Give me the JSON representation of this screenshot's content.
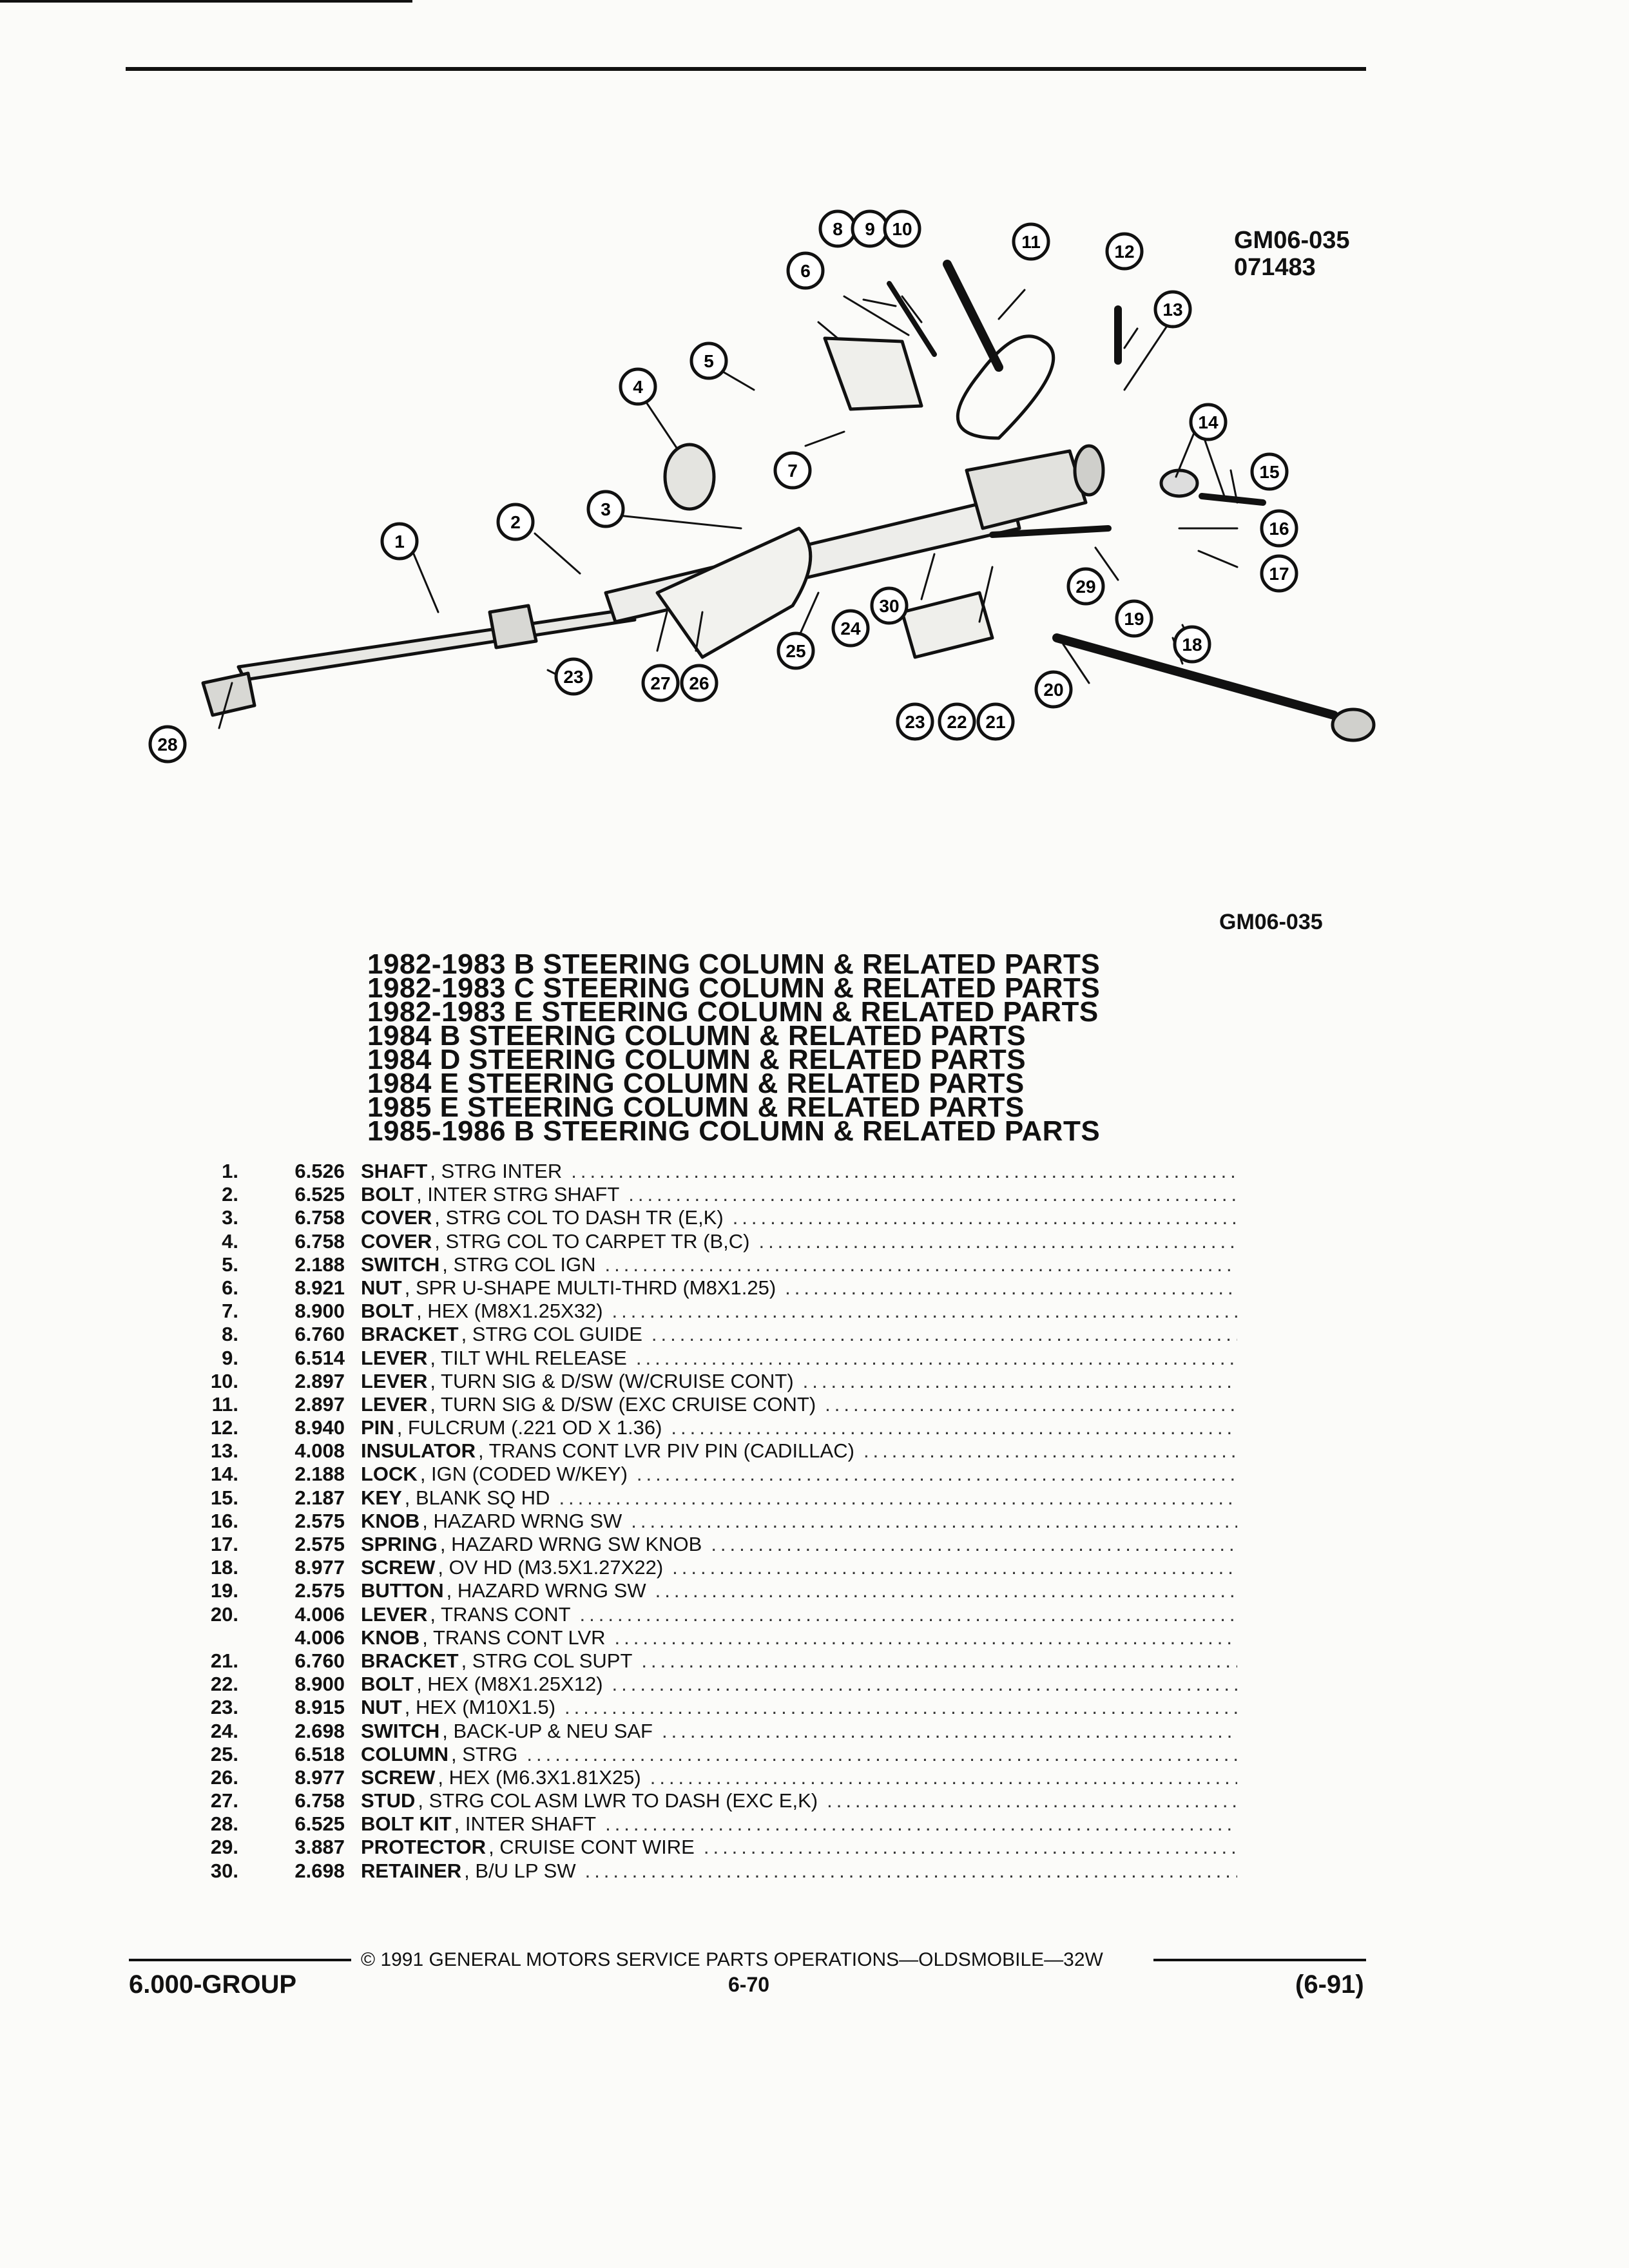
{
  "figure": {
    "id": "GM06-035",
    "date_code": "071483",
    "callouts": [
      "1",
      "2",
      "3",
      "4",
      "5",
      "6",
      "7",
      "8",
      "9",
      "10",
      "11",
      "12",
      "13",
      "14",
      "15",
      "16",
      "17",
      "18",
      "19",
      "20",
      "21",
      "22",
      "23",
      "23",
      "24",
      "25",
      "26",
      "27",
      "28",
      "29",
      "30"
    ]
  },
  "figure_id_caption": "GM06-035",
  "titles": [
    "1982-1983 B STEERING COLUMN & RELATED PARTS",
    "1982-1983 C STEERING COLUMN & RELATED PARTS",
    "1982-1983 E STEERING COLUMN & RELATED PARTS",
    "1984 B STEERING COLUMN & RELATED PARTS",
    "1984 D STEERING COLUMN & RELATED PARTS",
    "1984 E STEERING COLUMN & RELATED PARTS",
    "1985 E STEERING COLUMN & RELATED PARTS",
    "1985-1986 B STEERING COLUMN & RELATED PARTS"
  ],
  "parts": [
    {
      "num": "1.",
      "code": "6.526",
      "name": "SHAFT",
      "desc": ", STRG INTER"
    },
    {
      "num": "2.",
      "code": "6.525",
      "name": "BOLT",
      "desc": ", INTER STRG SHAFT"
    },
    {
      "num": "3.",
      "code": "6.758",
      "name": "COVER",
      "desc": ", STRG COL TO DASH TR (E,K)"
    },
    {
      "num": "4.",
      "code": "6.758",
      "name": "COVER",
      "desc": ", STRG COL TO CARPET TR (B,C)"
    },
    {
      "num": "5.",
      "code": "2.188",
      "name": "SWITCH",
      "desc": ", STRG COL IGN"
    },
    {
      "num": "6.",
      "code": "8.921",
      "name": "NUT",
      "desc": ", SPR U-SHAPE MULTI-THRD (M8X1.25)"
    },
    {
      "num": "7.",
      "code": "8.900",
      "name": "BOLT",
      "desc": ", HEX (M8X1.25X32)"
    },
    {
      "num": "8.",
      "code": "6.760",
      "name": "BRACKET",
      "desc": ", STRG COL GUIDE"
    },
    {
      "num": "9.",
      "code": "6.514",
      "name": "LEVER",
      "desc": ", TILT WHL RELEASE"
    },
    {
      "num": "10.",
      "code": "2.897",
      "name": "LEVER",
      "desc": ", TURN SIG & D/SW (W/CRUISE CONT)"
    },
    {
      "num": "11.",
      "code": "2.897",
      "name": "LEVER",
      "desc": ", TURN SIG & D/SW (EXC CRUISE CONT)"
    },
    {
      "num": "12.",
      "code": "8.940",
      "name": "PIN",
      "desc": ", FULCRUM (.221 OD X 1.36)"
    },
    {
      "num": "13.",
      "code": "4.008",
      "name": "INSULATOR",
      "desc": ", TRANS CONT LVR PIV PIN (CADILLAC)"
    },
    {
      "num": "14.",
      "code": "2.188",
      "name": "LOCK",
      "desc": ", IGN (CODED W/KEY)"
    },
    {
      "num": "15.",
      "code": "2.187",
      "name": "KEY",
      "desc": ", BLANK SQ HD"
    },
    {
      "num": "16.",
      "code": "2.575",
      "name": "KNOB",
      "desc": ", HAZARD WRNG SW"
    },
    {
      "num": "17.",
      "code": "2.575",
      "name": "SPRING",
      "desc": ", HAZARD WRNG SW KNOB"
    },
    {
      "num": "18.",
      "code": "8.977",
      "name": "SCREW",
      "desc": ", OV HD (M3.5X1.27X22)"
    },
    {
      "num": "19.",
      "code": "2.575",
      "name": "BUTTON",
      "desc": ", HAZARD WRNG SW"
    },
    {
      "num": "20.",
      "code": "4.006",
      "name": "LEVER",
      "desc": ", TRANS CONT"
    },
    {
      "num": "",
      "code": "4.006",
      "name": "KNOB",
      "desc": ", TRANS CONT LVR"
    },
    {
      "num": "21.",
      "code": "6.760",
      "name": "BRACKET",
      "desc": ", STRG COL SUPT"
    },
    {
      "num": "22.",
      "code": "8.900",
      "name": "BOLT",
      "desc": ", HEX (M8X1.25X12)"
    },
    {
      "num": "23.",
      "code": "8.915",
      "name": "NUT",
      "desc": ", HEX (M10X1.5)"
    },
    {
      "num": "24.",
      "code": "2.698",
      "name": "SWITCH",
      "desc": ", BACK-UP & NEU SAF"
    },
    {
      "num": "25.",
      "code": "6.518",
      "name": "COLUMN",
      "desc": ", STRG"
    },
    {
      "num": "26.",
      "code": "8.977",
      "name": "SCREW",
      "desc": ", HEX (M6.3X1.81X25)"
    },
    {
      "num": "27.",
      "code": "6.758",
      "name": "STUD",
      "desc": ", STRG COL ASM LWR TO DASH (EXC E,K)"
    },
    {
      "num": "28.",
      "code": "6.525",
      "name": "BOLT KIT",
      "desc": ", INTER SHAFT"
    },
    {
      "num": "29.",
      "code": "3.887",
      "name": "PROTECTOR",
      "desc": ", CRUISE CONT WIRE"
    },
    {
      "num": "30.",
      "code": "2.698",
      "name": "RETAINER",
      "desc": ", B/U LP SW"
    }
  ],
  "footer": {
    "copyright": "© 1991 GENERAL MOTORS SERVICE PARTS OPERATIONS—OLDSMOBILE—32W",
    "group": "6.000-GROUP",
    "page": "6-70",
    "date": "(6-91)"
  }
}
